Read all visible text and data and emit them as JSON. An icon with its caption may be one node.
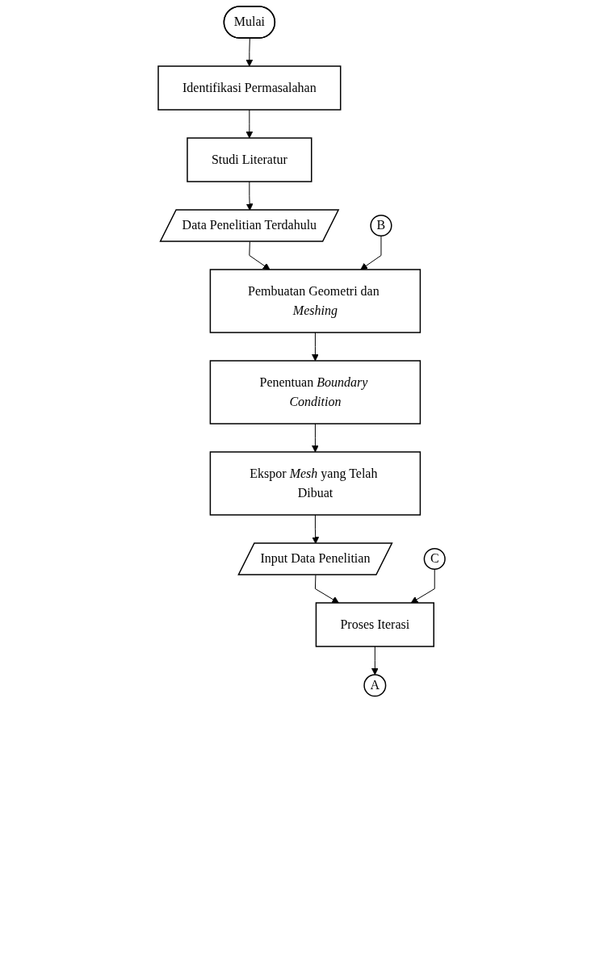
{
  "diagram": {
    "nodes": [
      {
        "text": [
          "Mulai"
        ]
      },
      {
        "text": [
          "Identifikasi Permasalahan"
        ]
      },
      {
        "text": [
          "Studi Literatur"
        ]
      },
      {
        "text": [
          "Data Penelitian Terdahulu"
        ]
      },
      {
        "text": [
          "Pembuatan Geometri dan *Meshing*"
        ]
      },
      {
        "text": [
          "Penentuan *Boundary Condition*"
        ]
      },
      {
        "text": [
          "Ekspor *Mesh* yang Telah Dibuat"
        ]
      },
      {
        "text": [
          "Input Data Penelitian"
        ]
      },
      {
        "text": [
          "Proses Iterasi"
        ]
      },
      {
        "text": [
          "C"
        ]
      },
      {
        "text": [
          "A"
        ]
      },
      {
        "text": [
          "B"
        ]
      }
    ],
    "edges": [
      {
        "from": 0,
        "to": 1,
        "arrow": "to"
      },
      {
        "from": 1,
        "to": 2,
        "arrow": "to"
      },
      {
        "from": 2,
        "to": 3,
        "arrow": "to"
      },
      {
        "from": 3,
        "to": 4,
        "arrow": "to"
      },
      {
        "from": 4,
        "to": 5,
        "arrow": "to"
      },
      {
        "from": 5,
        "to": 6,
        "arrow": "to"
      },
      {
        "from": 6,
        "to": 7,
        "arrow": "to"
      },
      {
        "from": 7,
        "to": 8,
        "arrow": "to"
      },
      {
        "from": 9,
        "to": 8,
        "arrow": "to"
      },
      {
        "from": 8,
        "to": 10,
        "arrow": "to"
      },
      {
        "from": 11,
        "to": 4,
        "arrow": "to"
      }
    ]
  }
}
